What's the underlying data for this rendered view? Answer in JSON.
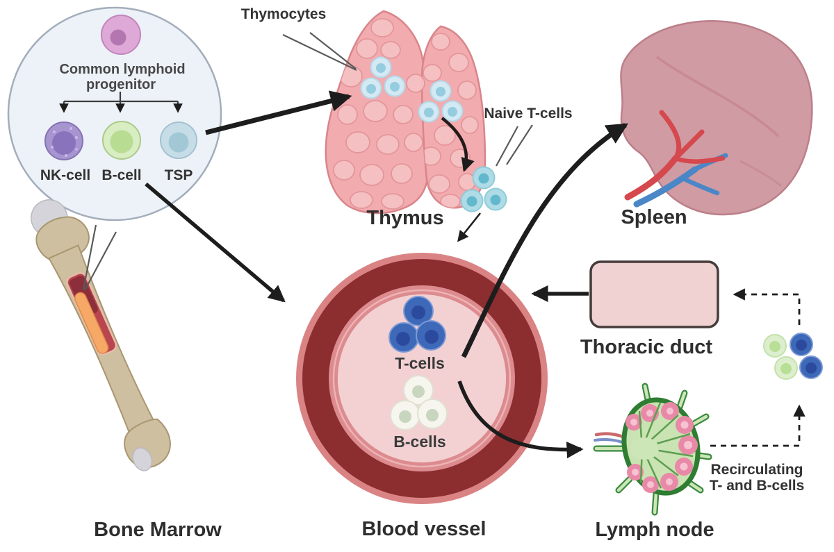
{
  "diagram": {
    "progenitor_panel": {
      "title_line1": "Common lymphoid",
      "title_line2": "progenitor",
      "cells": [
        {
          "label": "NK-cell"
        },
        {
          "label": "B-cell"
        },
        {
          "label": "TSP"
        }
      ]
    },
    "bone_marrow": {
      "label": "Bone Marrow"
    },
    "thymus": {
      "pointer_label": "Thymocytes",
      "label": "Thymus",
      "naive_label": "Naive T-cells"
    },
    "spleen": {
      "label": "Spleen"
    },
    "blood_vessel": {
      "label": "Blood vessel",
      "t_cells_label": "T-cells",
      "b_cells_label": "B-cells"
    },
    "thoracic_duct": {
      "label": "Thoracic duct"
    },
    "lymph_node": {
      "label": "Lymph node",
      "recirculating_line1": "Recirculating",
      "recirculating_line2": "T- and B-cells"
    }
  },
  "colors": {
    "arrow_black": "#1d1d1d",
    "pointer_grey": "#5a5a5a",
    "panel_circle_fill": "#edf2f8",
    "panel_circle_border": "#a3adbb",
    "clp_cell": "#dea9d6",
    "nk_cell": "#a795cf",
    "b_cell": "#d8edc2",
    "tsp_cell": "#c6dde8",
    "thymocyte": "#d3e9f3",
    "naive_t_cell": "#aedbe6",
    "thymus_pink": "#f2abae",
    "spleen_pink": "#d09ba3",
    "artery_red": "#d5484d",
    "vein_blue": "#4b87c7",
    "vessel_outer": "#da8385",
    "vessel_wall_dark": "#8c2d30",
    "vessel_inner": "#f3d1d3",
    "t_cell_blue": "#3e68b8",
    "b_cell_cream": "#f6f6ee",
    "duct_fill": "#f0d2d2",
    "duct_border": "#463c3c",
    "lymph_capsule_green": "#2e7d32",
    "lymph_cortex_green": "#c9e3b2",
    "follicle_pink": "#e989a8",
    "bone_tan": "#cdbf9f",
    "marrow_red": "#b9454f",
    "marrow_orange": "#f6a967"
  }
}
